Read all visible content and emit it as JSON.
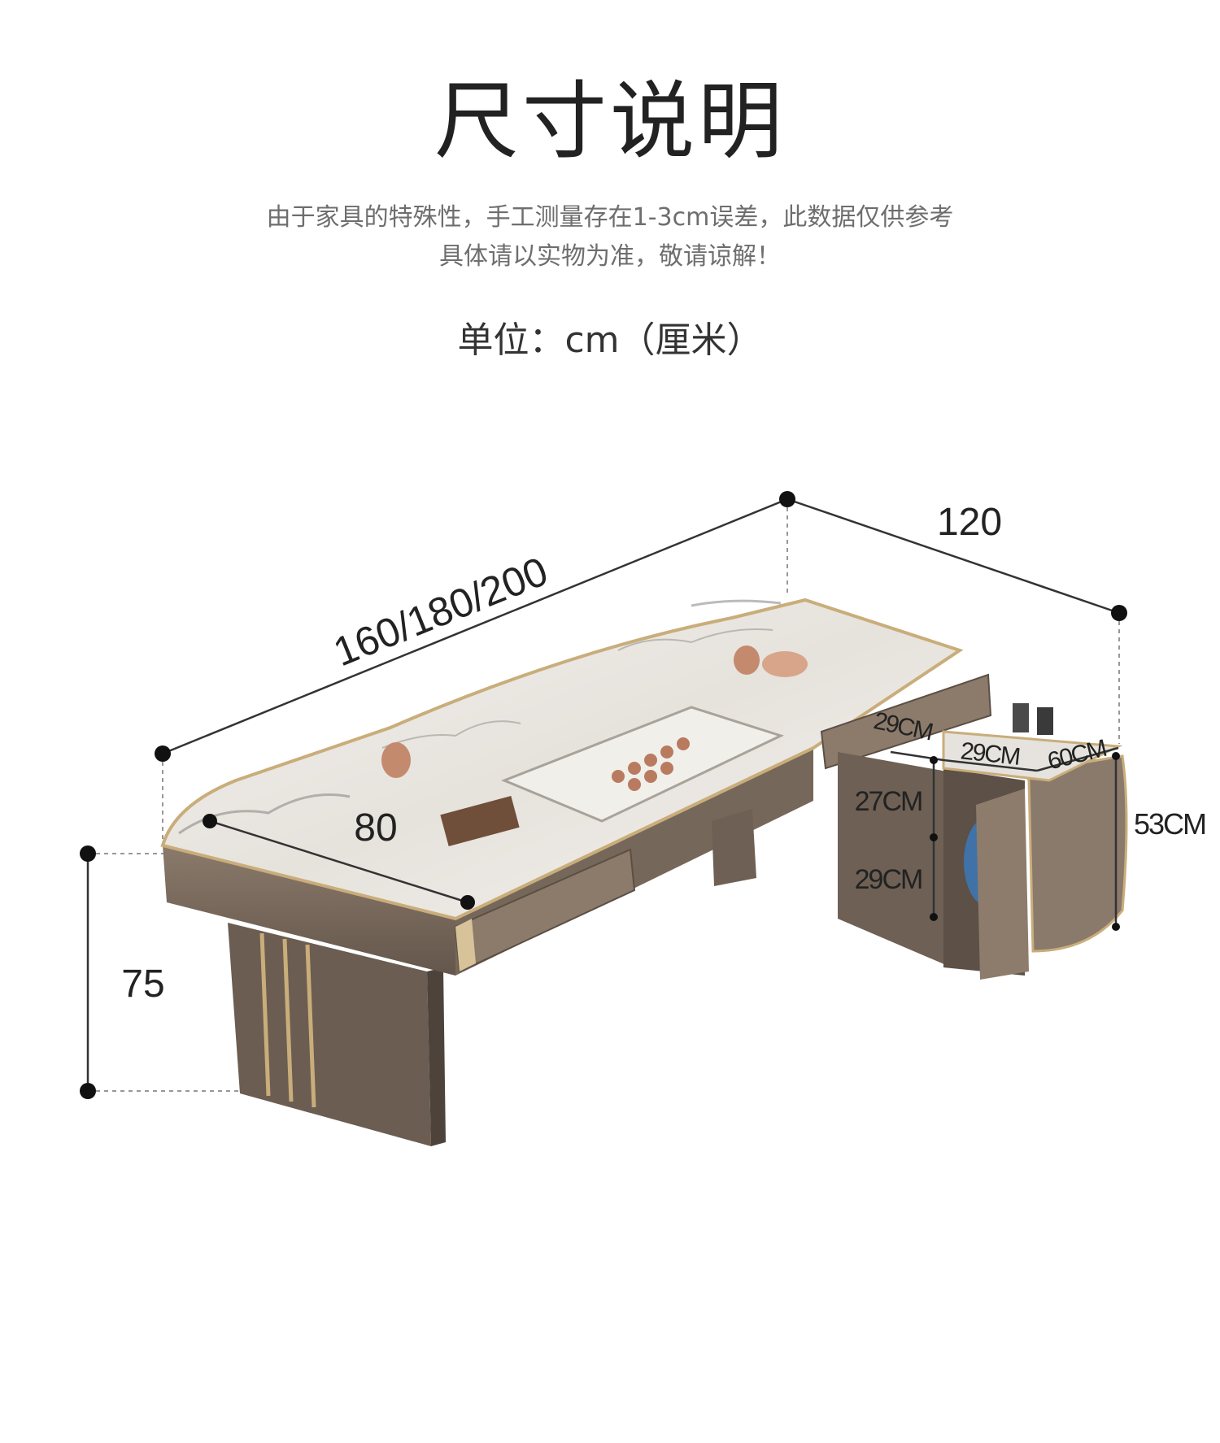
{
  "header": {
    "title": "尺寸说明",
    "note_line1": "由于家具的特殊性，手工测量存在1-3cm误差，此数据仅供参考",
    "note_line2": "具体请以实物为准，敬请谅解！",
    "unit": "单位：cm（厘米）"
  },
  "dimensions": {
    "length": "160/180/200",
    "side_depth": "120",
    "depth": "80",
    "height": "75",
    "cabinet_height": "53CM",
    "cabinet_width_1": "29CM",
    "cabinet_width_2": "29CM",
    "cabinet_width_3": "60CM",
    "shelf_upper": "27CM",
    "shelf_lower": "29CM"
  },
  "colors": {
    "frame": "#7a6a5c",
    "frame_dark": "#5d5046",
    "marble": "#ebe8e3",
    "gold": "#c9ad7a"
  }
}
